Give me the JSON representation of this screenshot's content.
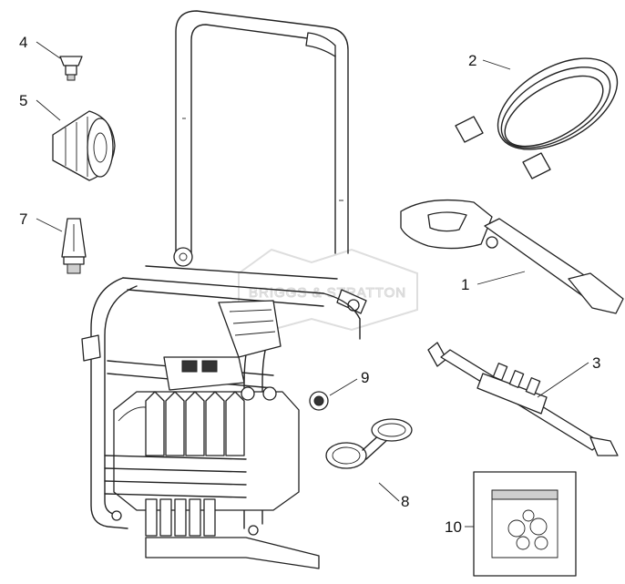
{
  "watermark": {
    "text": "BRIGGS & STRATTON"
  },
  "callouts": [
    {
      "id": "1",
      "label": "1"
    },
    {
      "id": "2",
      "label": "2"
    },
    {
      "id": "3",
      "label": "3"
    },
    {
      "id": "4",
      "label": "4"
    },
    {
      "id": "5",
      "label": "5"
    },
    {
      "id": "7",
      "label": "7"
    },
    {
      "id": "8",
      "label": "8"
    },
    {
      "id": "9",
      "label": "9"
    },
    {
      "id": "10",
      "label": "10"
    }
  ]
}
